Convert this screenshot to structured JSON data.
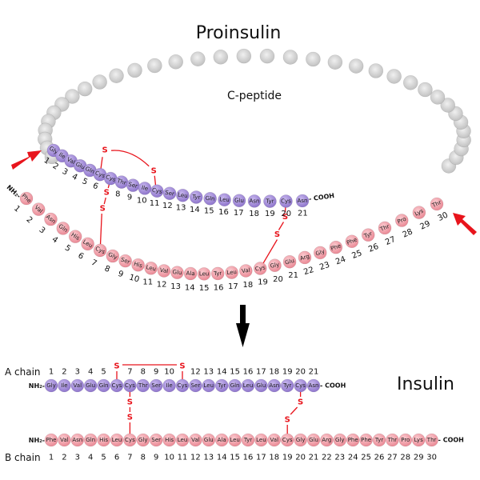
{
  "titles": {
    "proinsulin": "Proinsulin",
    "c_peptide": "C-peptide",
    "insulin": "Insulin"
  },
  "labels": {
    "a_chain": "A chain",
    "b_chain": "B chain",
    "nh2": "NH",
    "nh2_sub": "2",
    "cooh": "- COOH",
    "sulfur": "S"
  },
  "colors": {
    "a_chain": "#a08ad6",
    "b_chain": "#f2a0aa",
    "c_peptide": "#d6d6d6",
    "disulfide": "#e8141c",
    "cleavage_arrow": "#e8141c",
    "transition_arrow": "#000000"
  },
  "a_chain": [
    "Gly",
    "Ile",
    "Val",
    "Glu",
    "Gln",
    "Cys",
    "Cys",
    "Thr",
    "Ser",
    "Ile",
    "Cys",
    "Ser",
    "Leu",
    "Tyr",
    "Gln",
    "Leu",
    "Glu",
    "Asn",
    "Tyr",
    "Cys",
    "Asn"
  ],
  "b_chain": [
    "Phe",
    "Val",
    "Asn",
    "Gln",
    "His",
    "Leu",
    "Cys",
    "Gly",
    "Ser",
    "His",
    "Leu",
    "Val",
    "Glu",
    "Ala",
    "Leu",
    "Tyr",
    "Leu",
    "Val",
    "Cys",
    "Gly",
    "Glu",
    "Arg",
    "Gly",
    "Phe",
    "Phe",
    "Tyr",
    "Thr",
    "Pro",
    "Lys",
    "Thr"
  ],
  "disulfide_bonds": [
    {
      "a": 6,
      "b": null,
      "a2": 11,
      "type": "intra-A"
    },
    {
      "a": 7,
      "b": 7,
      "type": "inter"
    },
    {
      "a": 20,
      "b": 19,
      "type": "inter"
    }
  ],
  "insulin_a_numbers_hidden": [
    6,
    11
  ],
  "c_peptide_count": 35
}
